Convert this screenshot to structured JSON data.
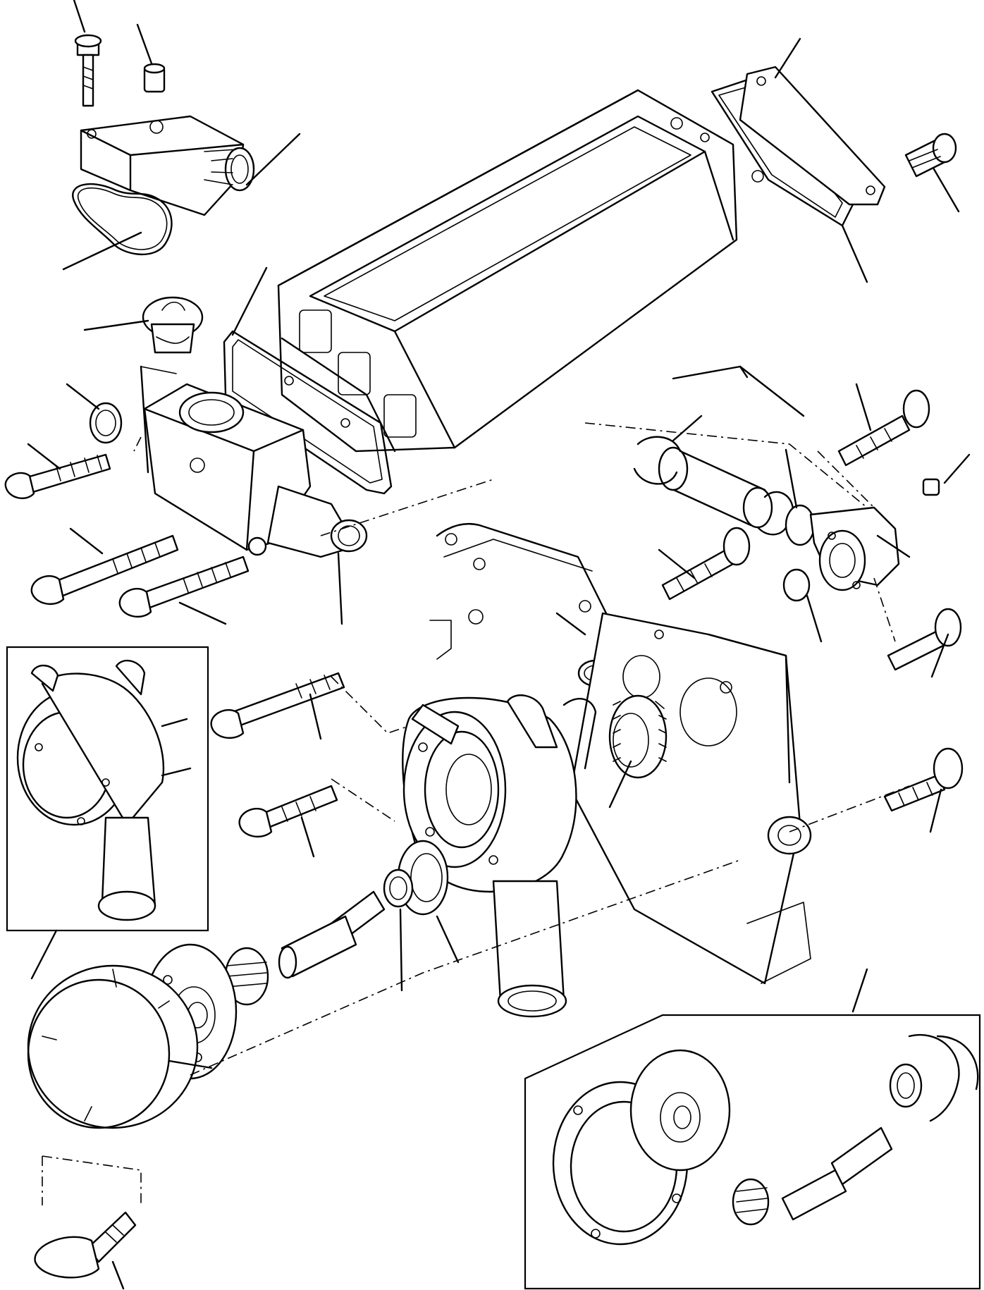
{
  "diagram": {
    "kind": "exploded-parts-diagram",
    "background": "#ffffff",
    "line_color": "#000000",
    "labels_printed": false,
    "components": [
      "thermostat-housing-cover",
      "cover-bolt",
      "plug",
      "cover-gasket-ring",
      "thermostat",
      "thermostat-housing",
      "housing-gasket",
      "oil-cooler-body",
      "cooler-cover-gasket",
      "cooler-cover",
      "cooler-bolt",
      "housing-bolts",
      "hose-with-clamps",
      "elbow-fitting",
      "o-rings",
      "pump-gear",
      "timing-cover",
      "water-pump-body",
      "pump-seal",
      "pump-shaft",
      "impeller",
      "pump-cover-plate",
      "pump-rear-cover",
      "pump-inset-view",
      "repair-kit-inset"
    ]
  }
}
